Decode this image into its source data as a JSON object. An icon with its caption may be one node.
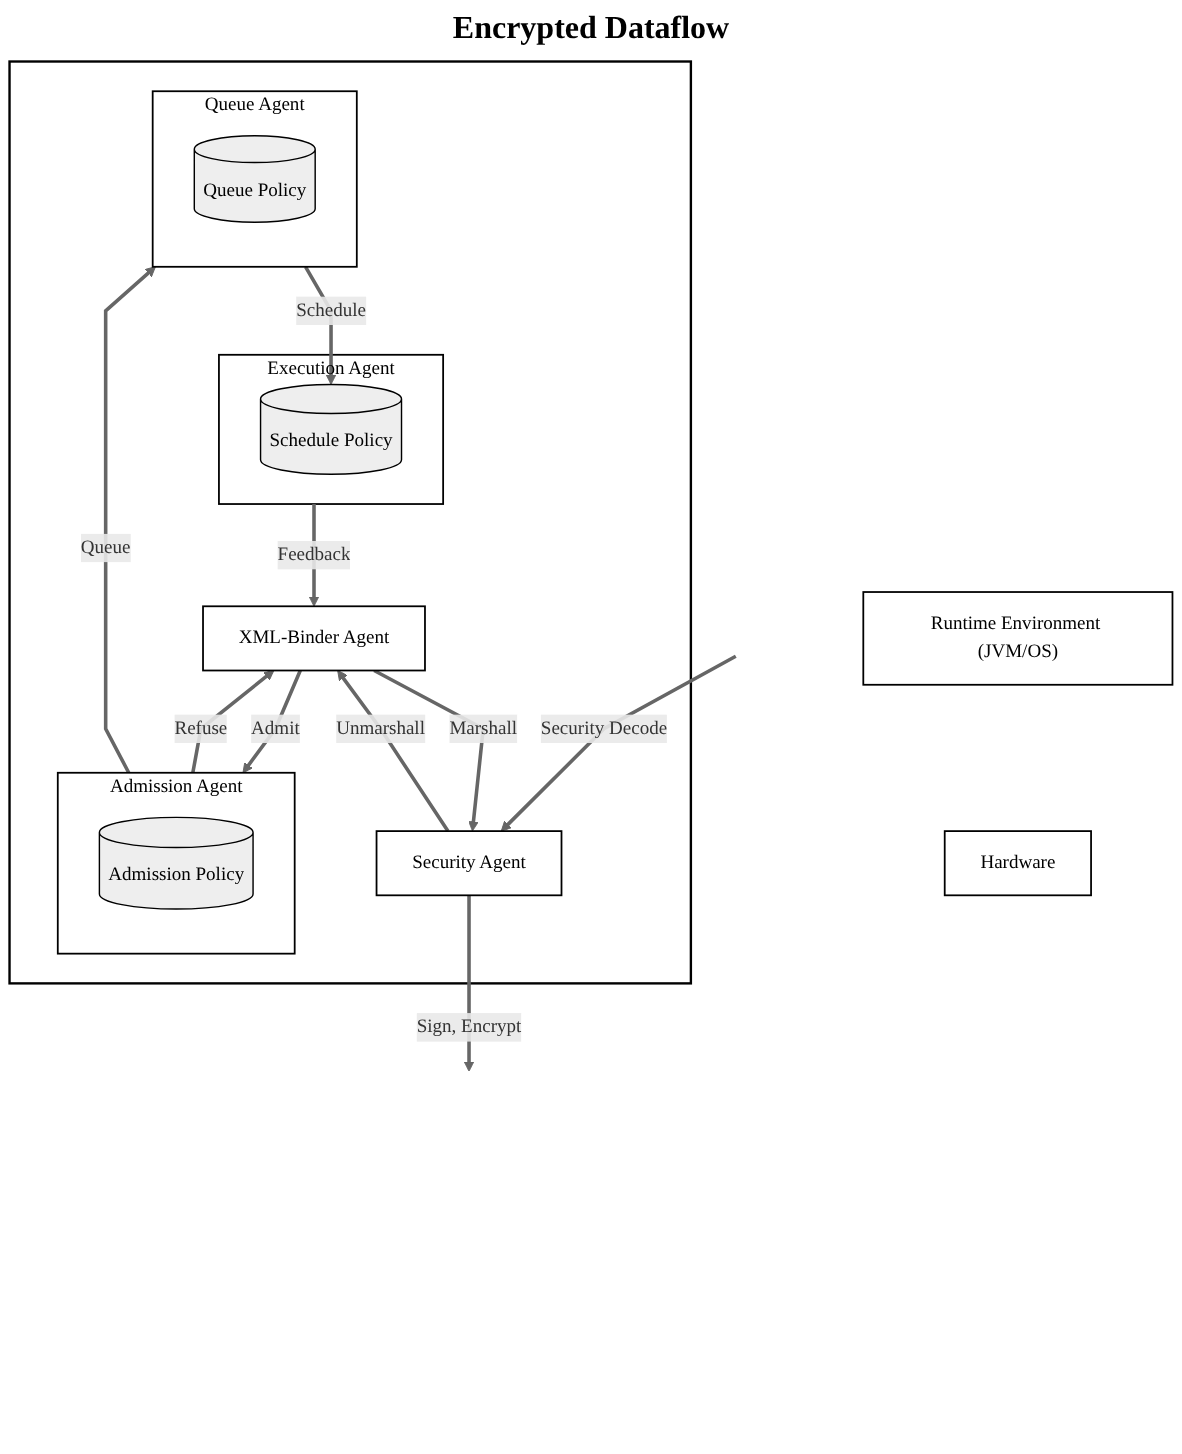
{
  "diagram": {
    "title": "Encrypted Dataflow",
    "nodes": [
      {
        "text": [],
        "shape": "box"
      },
      {
        "text": [
          "Security Agent"
        ],
        "in": 0
      },
      {
        "text": [
          "XML-Binder Agent"
        ],
        "in": 0
      },
      {
        "text": [
          "Admission Agent"
        ],
        "in": 0
      },
      {
        "text": [
          "Admission Policy"
        ],
        "in": 3
      },
      {
        "text": [
          "Queue Agent"
        ],
        "in": 0
      },
      {
        "text": [
          "Queue Policy"
        ],
        "in": 5
      },
      {
        "text": [
          "Execution Agent"
        ],
        "in": 0
      },
      {
        "text": [
          "Schedule Policy"
        ],
        "in": 7
      },
      {
        "text": [
          "Runtime Environment (JVM/OS)"
        ]
      },
      {
        "text": [
          "Hardware"
        ]
      }
    ],
    "edges": [
      {
        "from": null,
        "to": 1,
        "arrow": "to",
        "label": "Security Decode"
      },
      {
        "from": 1,
        "to": null,
        "arrow": "to",
        "label": "Sign, Encrypt"
      },
      {
        "from": 1,
        "to": 2,
        "arrow": "to",
        "label": "Unmarshall"
      },
      {
        "from": 2,
        "to": 1,
        "arrow": "to",
        "label": "Marshall"
      },
      {
        "from": 3,
        "to": 2,
        "arrow": "to",
        "label": "Refuse"
      },
      {
        "from": 2,
        "to": 3,
        "arrow": "to",
        "label": "Admit"
      },
      {
        "from": 3,
        "to": 5,
        "arrow": "to",
        "label": "Queue"
      },
      {
        "from": 5,
        "to": 8,
        "arrow": "to",
        "label": "Schedule"
      },
      {
        "from": 7,
        "to": 2,
        "arrow": "to",
        "label": "Feedback"
      }
    ]
  }
}
